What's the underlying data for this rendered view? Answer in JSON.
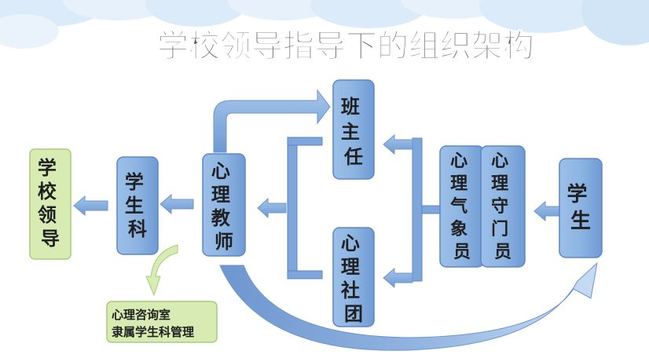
{
  "title": "学校领导指导下的组织架构",
  "nodes": {
    "school_leader": "学校领导",
    "student_affairs": "学生科",
    "psych_teacher": "心理教师",
    "head_teacher": "班主任",
    "psych_club": "心理社团",
    "psych_weather": "心理气象员",
    "psych_guard": "心理守门员",
    "student": "学生"
  },
  "note": {
    "line1": "心理咨询室",
    "line2": "隶属学生科管理"
  },
  "colors": {
    "box_fill": "#8db4e2",
    "box_border": "#5b87c5",
    "leader_fill": "#d7ebb3",
    "leader_border": "#a8cc7a",
    "note_fill": "#d7ebb3",
    "arrow": "#7ea6da",
    "cloud": "#dcebf9"
  }
}
